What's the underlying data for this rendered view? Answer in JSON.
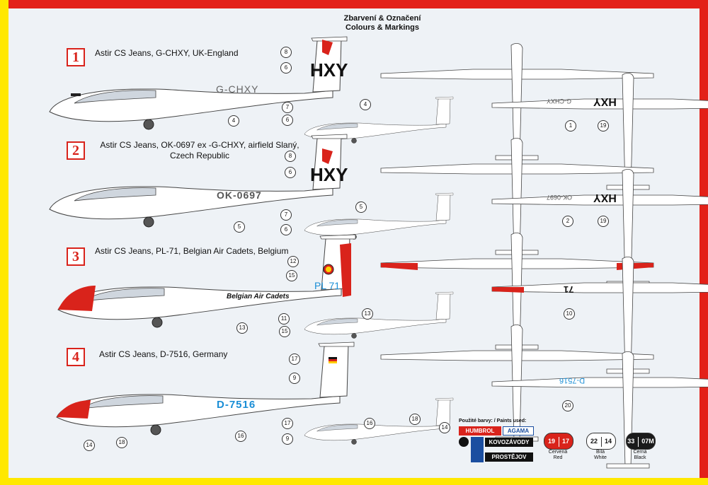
{
  "header": {
    "title_cz": "Zbarvení & Označení",
    "title_en": "Colours & Markings"
  },
  "schemes": [
    {
      "number": "1",
      "caption": "Astir CS Jeans, G-CHXY, UK-England",
      "reg": "G-CHXY",
      "tail": "HXY"
    },
    {
      "number": "2",
      "caption": "Astir CS Jeans, OK-0697 ex -G-CHXY, airfield Slaný, Czech Republic",
      "reg": "OK-0697",
      "tail": "HXY"
    },
    {
      "number": "3",
      "caption": "Astir CS Jeans, PL-71, Belgian Air Cadets, Belgium",
      "reg": "Belgian Air Cadets",
      "tail": "PL 71"
    },
    {
      "number": "4",
      "caption": "Astir CS Jeans, D-7516, Germany",
      "reg": "D-7516",
      "tail": ""
    }
  ],
  "wing_markings": {
    "s1": {
      "reg": "G-CHXY",
      "tail": "HXY"
    },
    "s2": {
      "reg": "OK-0697",
      "tail": "HXY"
    },
    "s3": {
      "tail": "71"
    },
    "s4": {
      "reg": "D-7516"
    }
  },
  "callouts": {
    "s1_side": [
      "8",
      "6",
      "4"
    ],
    "s1_small": [
      "7",
      "6",
      "4"
    ],
    "s1_bottom": [
      "1",
      "19"
    ],
    "s2_side": [
      "8",
      "6",
      "5"
    ],
    "s2_small": [
      "5",
      "7",
      "6"
    ],
    "s2_bottom": [
      "2",
      "19"
    ],
    "s3_side": [
      "12",
      "15",
      "13"
    ],
    "s3_small": [
      "11",
      "15",
      "13"
    ],
    "s3_bottom": [
      "10"
    ],
    "s4_side": [
      "17",
      "9",
      "16",
      "14",
      "18"
    ],
    "s4_small": [
      "17",
      "9",
      "16",
      "18",
      "14"
    ],
    "s4_bottom": [
      "20"
    ]
  },
  "paints": {
    "label": "Použité barvy: / Paints used:",
    "brands": [
      "HUMBROL",
      "AGAMA",
      "KOVOZÁVODY",
      "PROSTĚJOV"
    ],
    "swatches": [
      {
        "codes": [
          "19",
          "17"
        ],
        "name_cz": "Červená",
        "name_en": "Red",
        "color": "#d9231b"
      },
      {
        "codes": [
          "22",
          "14"
        ],
        "name_cz": "Bílá",
        "name_en": "White",
        "color": "#ffffff"
      },
      {
        "codes": [
          "33",
          "07M"
        ],
        "name_cz": "Černá",
        "name_en": "Black",
        "color": "#1a1a1a"
      }
    ]
  },
  "colors": {
    "accent_red": "#d9231b",
    "frame_yellow": "#ffe800",
    "panel": "#eef2f6"
  }
}
